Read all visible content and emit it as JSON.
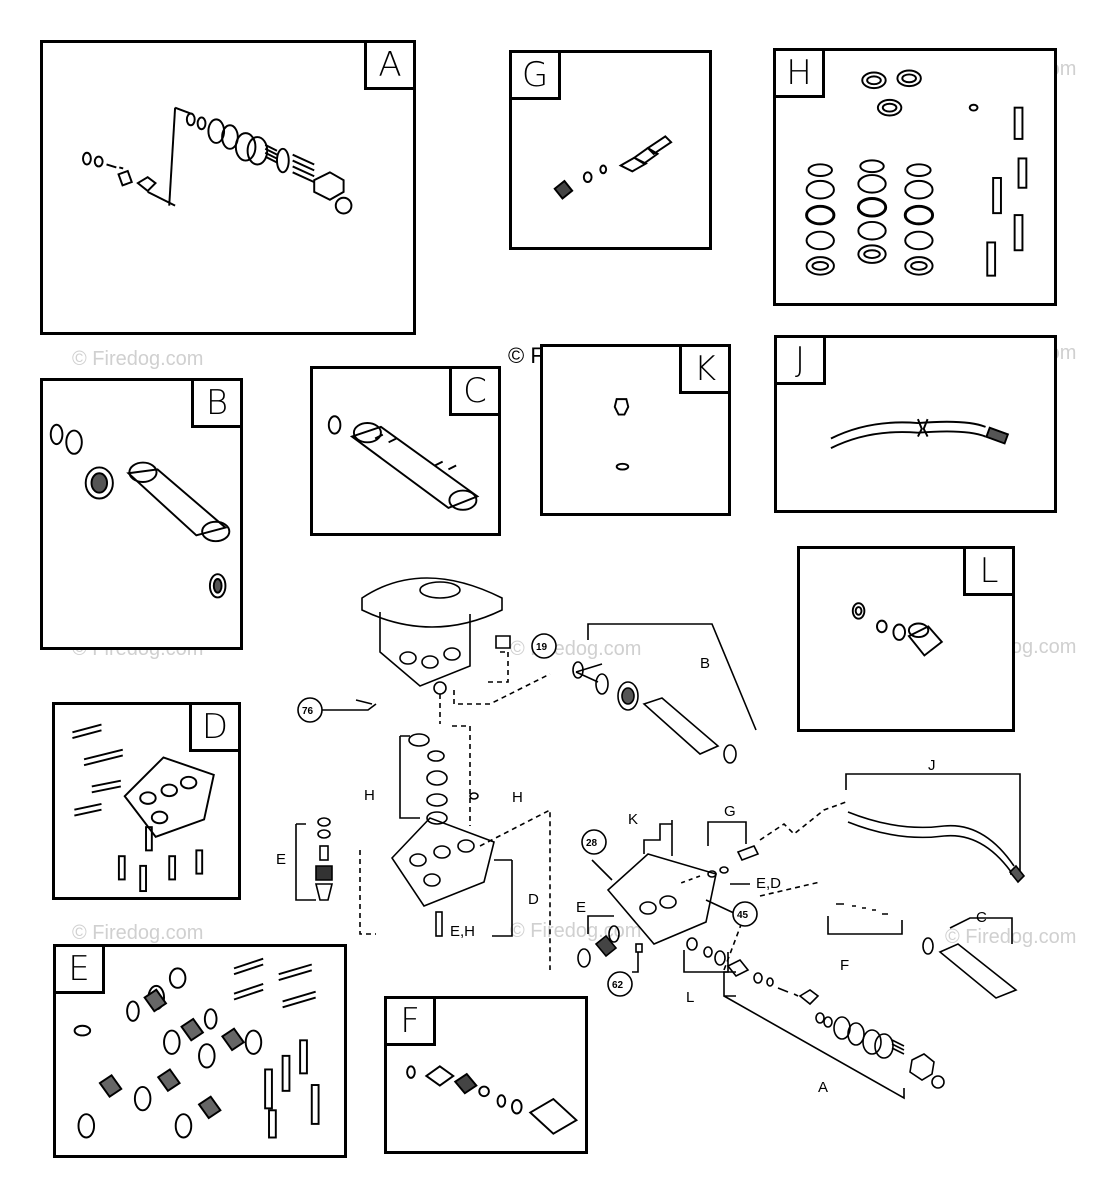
{
  "copyright": "© Firedog.com",
  "watermark": "© Firedog.com",
  "panels": {
    "A": "A",
    "B": "B",
    "C": "C",
    "D": "D",
    "E": "E",
    "F": "F",
    "G": "G",
    "H": "H",
    "J": "J",
    "K": "K",
    "L": "L"
  },
  "assembly": {
    "labels": {
      "A": "A",
      "B": "B",
      "C": "C",
      "D": "D",
      "E_left": "E",
      "E_mid": "E",
      "F": "F",
      "G": "G",
      "H_left": "H",
      "H_right": "H",
      "J": "J",
      "K": "K",
      "L": "L",
      "E_D": "E,D",
      "E_H": "E,H"
    },
    "callouts": {
      "c19": "19",
      "c76": "76",
      "c28": "28",
      "c45": "45",
      "c62": "62"
    }
  }
}
